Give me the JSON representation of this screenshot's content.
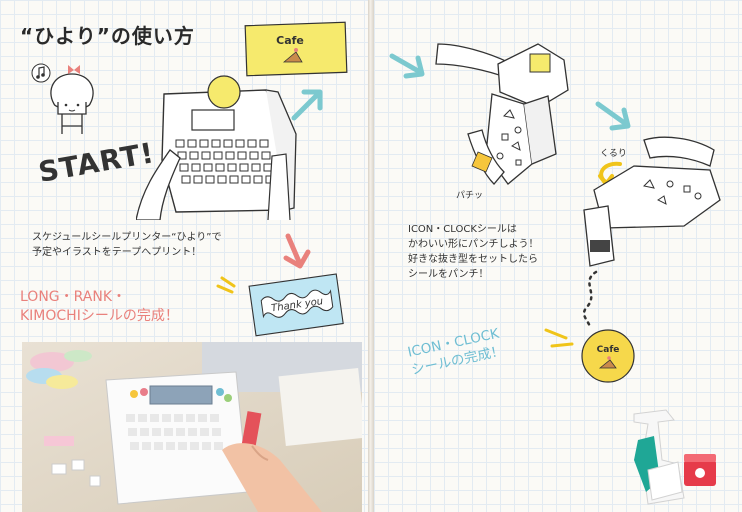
{
  "title": "“ひより”の使い方",
  "start_label": "START!",
  "printer_description": [
    "スケジュールシールプリンター“ひより”で",
    "予定やイラストをテープへプリント！"
  ],
  "print_result": [
    "LONG・RANK・",
    "KIMOCHIシールの完成！"
  ],
  "punch_description": [
    "ICON・CLOCKシールは",
    "かわいい形にパンチしよう！",
    "好きな抜き型をセットしたら",
    "シールをパンチ！"
  ],
  "punch_result": [
    "ICON・CLOCK",
    "シールの完成！"
  ],
  "sfx": {
    "pachi": "パチッ",
    "kururi": "くるり"
  },
  "stickers": {
    "cafe_card": "Cafe",
    "thank_you": "Thank you",
    "cafe_circle": "Cafe"
  },
  "icons": [
    "music-note-icon",
    "cake-icon",
    "arrow-icon",
    "hand-icon",
    "punch-tool-icon",
    "label-printer-icon"
  ],
  "colors": {
    "pink": "#e9817c",
    "blue": "#6fbed3",
    "yellow": "#f6ea6d",
    "sky": "#bfe6f3",
    "teal": "#1fa796",
    "grid": "#e3ebf2"
  }
}
